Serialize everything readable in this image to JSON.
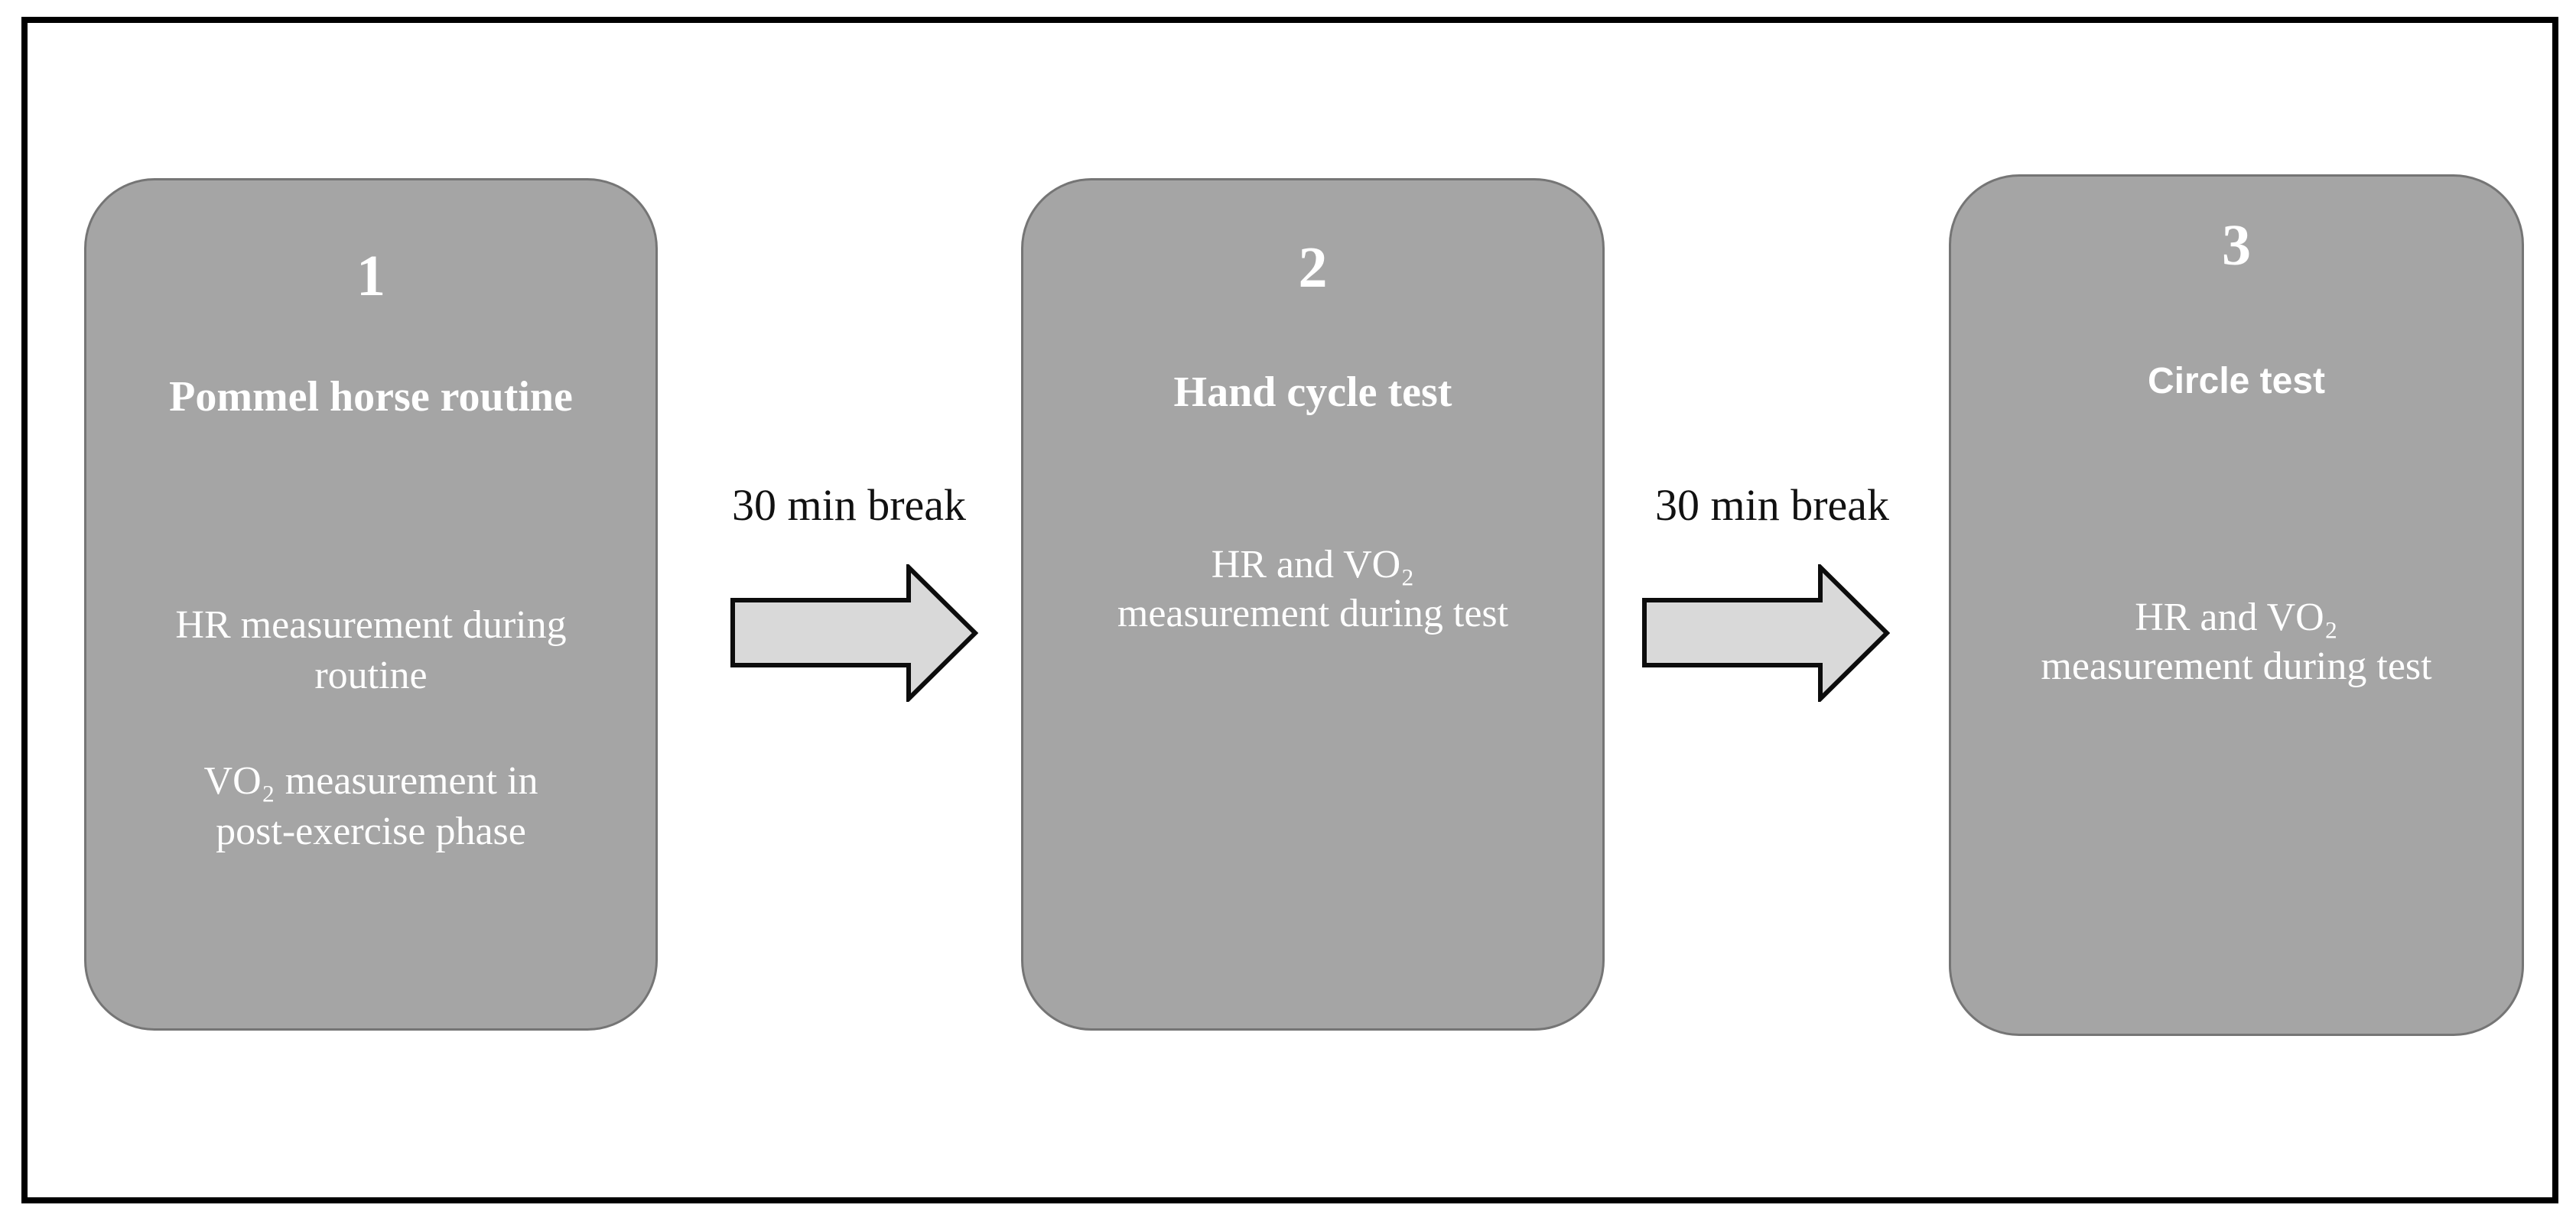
{
  "figure": {
    "type": "study-protocol-flow-diagram",
    "stages": 3
  },
  "boxes": [
    {
      "number": "1",
      "title": "Pommel horse routine",
      "body": [
        {
          "lines": [
            "HR measurement during",
            "routine"
          ]
        },
        {
          "lines": [
            "VO₂ measurement in",
            "post-exercise phase"
          ]
        }
      ]
    },
    {
      "number": "2",
      "title": "Hand cycle test",
      "body": [
        {
          "lines": [
            "HR and VO₂",
            "measurement during test"
          ]
        }
      ]
    },
    {
      "number": "3",
      "title": "Circle test",
      "body": [
        {
          "lines": [
            "HR and VO₂",
            "measurement during test"
          ]
        }
      ]
    }
  ],
  "arrows": [
    {
      "label": "30 min break"
    },
    {
      "label": "30 min break"
    }
  ],
  "colors": {
    "box_fill": "#a5a5a5",
    "box_border": "#757575",
    "box_text": "#ffffff",
    "arrow_fill": "#d9d9d9",
    "arrow_outline": "#0d0d0d",
    "label_text": "#111111",
    "frame_border": "#000000",
    "background": "#ffffff"
  }
}
